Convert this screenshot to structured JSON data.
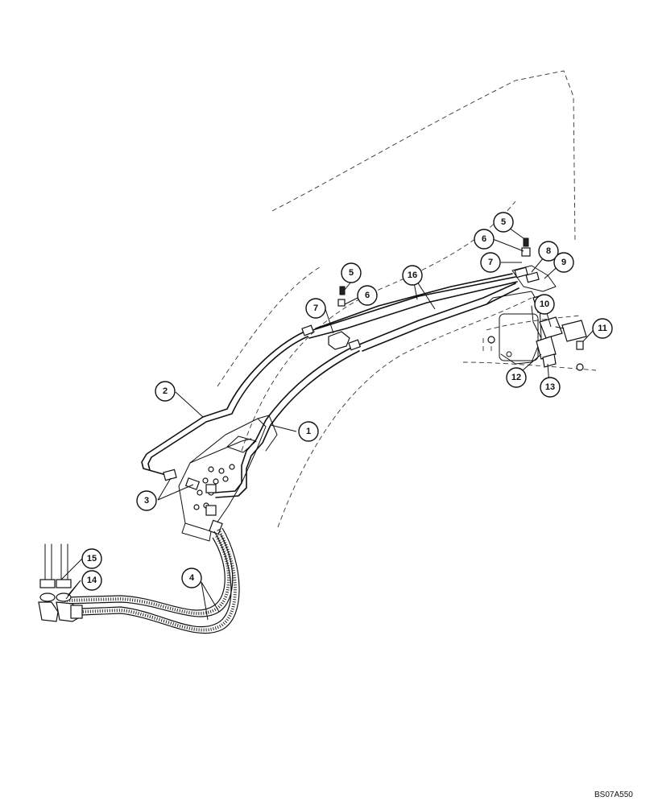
{
  "callouts": [
    {
      "id": "c1",
      "label": "1"
    },
    {
      "id": "c2",
      "label": "2"
    },
    {
      "id": "c3",
      "label": "3"
    },
    {
      "id": "c4",
      "label": "4"
    },
    {
      "id": "c5a",
      "label": "5"
    },
    {
      "id": "c5b",
      "label": "5"
    },
    {
      "id": "c6a",
      "label": "6"
    },
    {
      "id": "c6b",
      "label": "6"
    },
    {
      "id": "c7a",
      "label": "7"
    },
    {
      "id": "c7b",
      "label": "7"
    },
    {
      "id": "c8",
      "label": "8"
    },
    {
      "id": "c9",
      "label": "9"
    },
    {
      "id": "c10",
      "label": "10"
    },
    {
      "id": "c11",
      "label": "11"
    },
    {
      "id": "c12",
      "label": "12"
    },
    {
      "id": "c13",
      "label": "13"
    },
    {
      "id": "c14",
      "label": "14"
    },
    {
      "id": "c15",
      "label": "15"
    },
    {
      "id": "c16",
      "label": "16"
    }
  ],
  "figure_code": "BS07A550"
}
